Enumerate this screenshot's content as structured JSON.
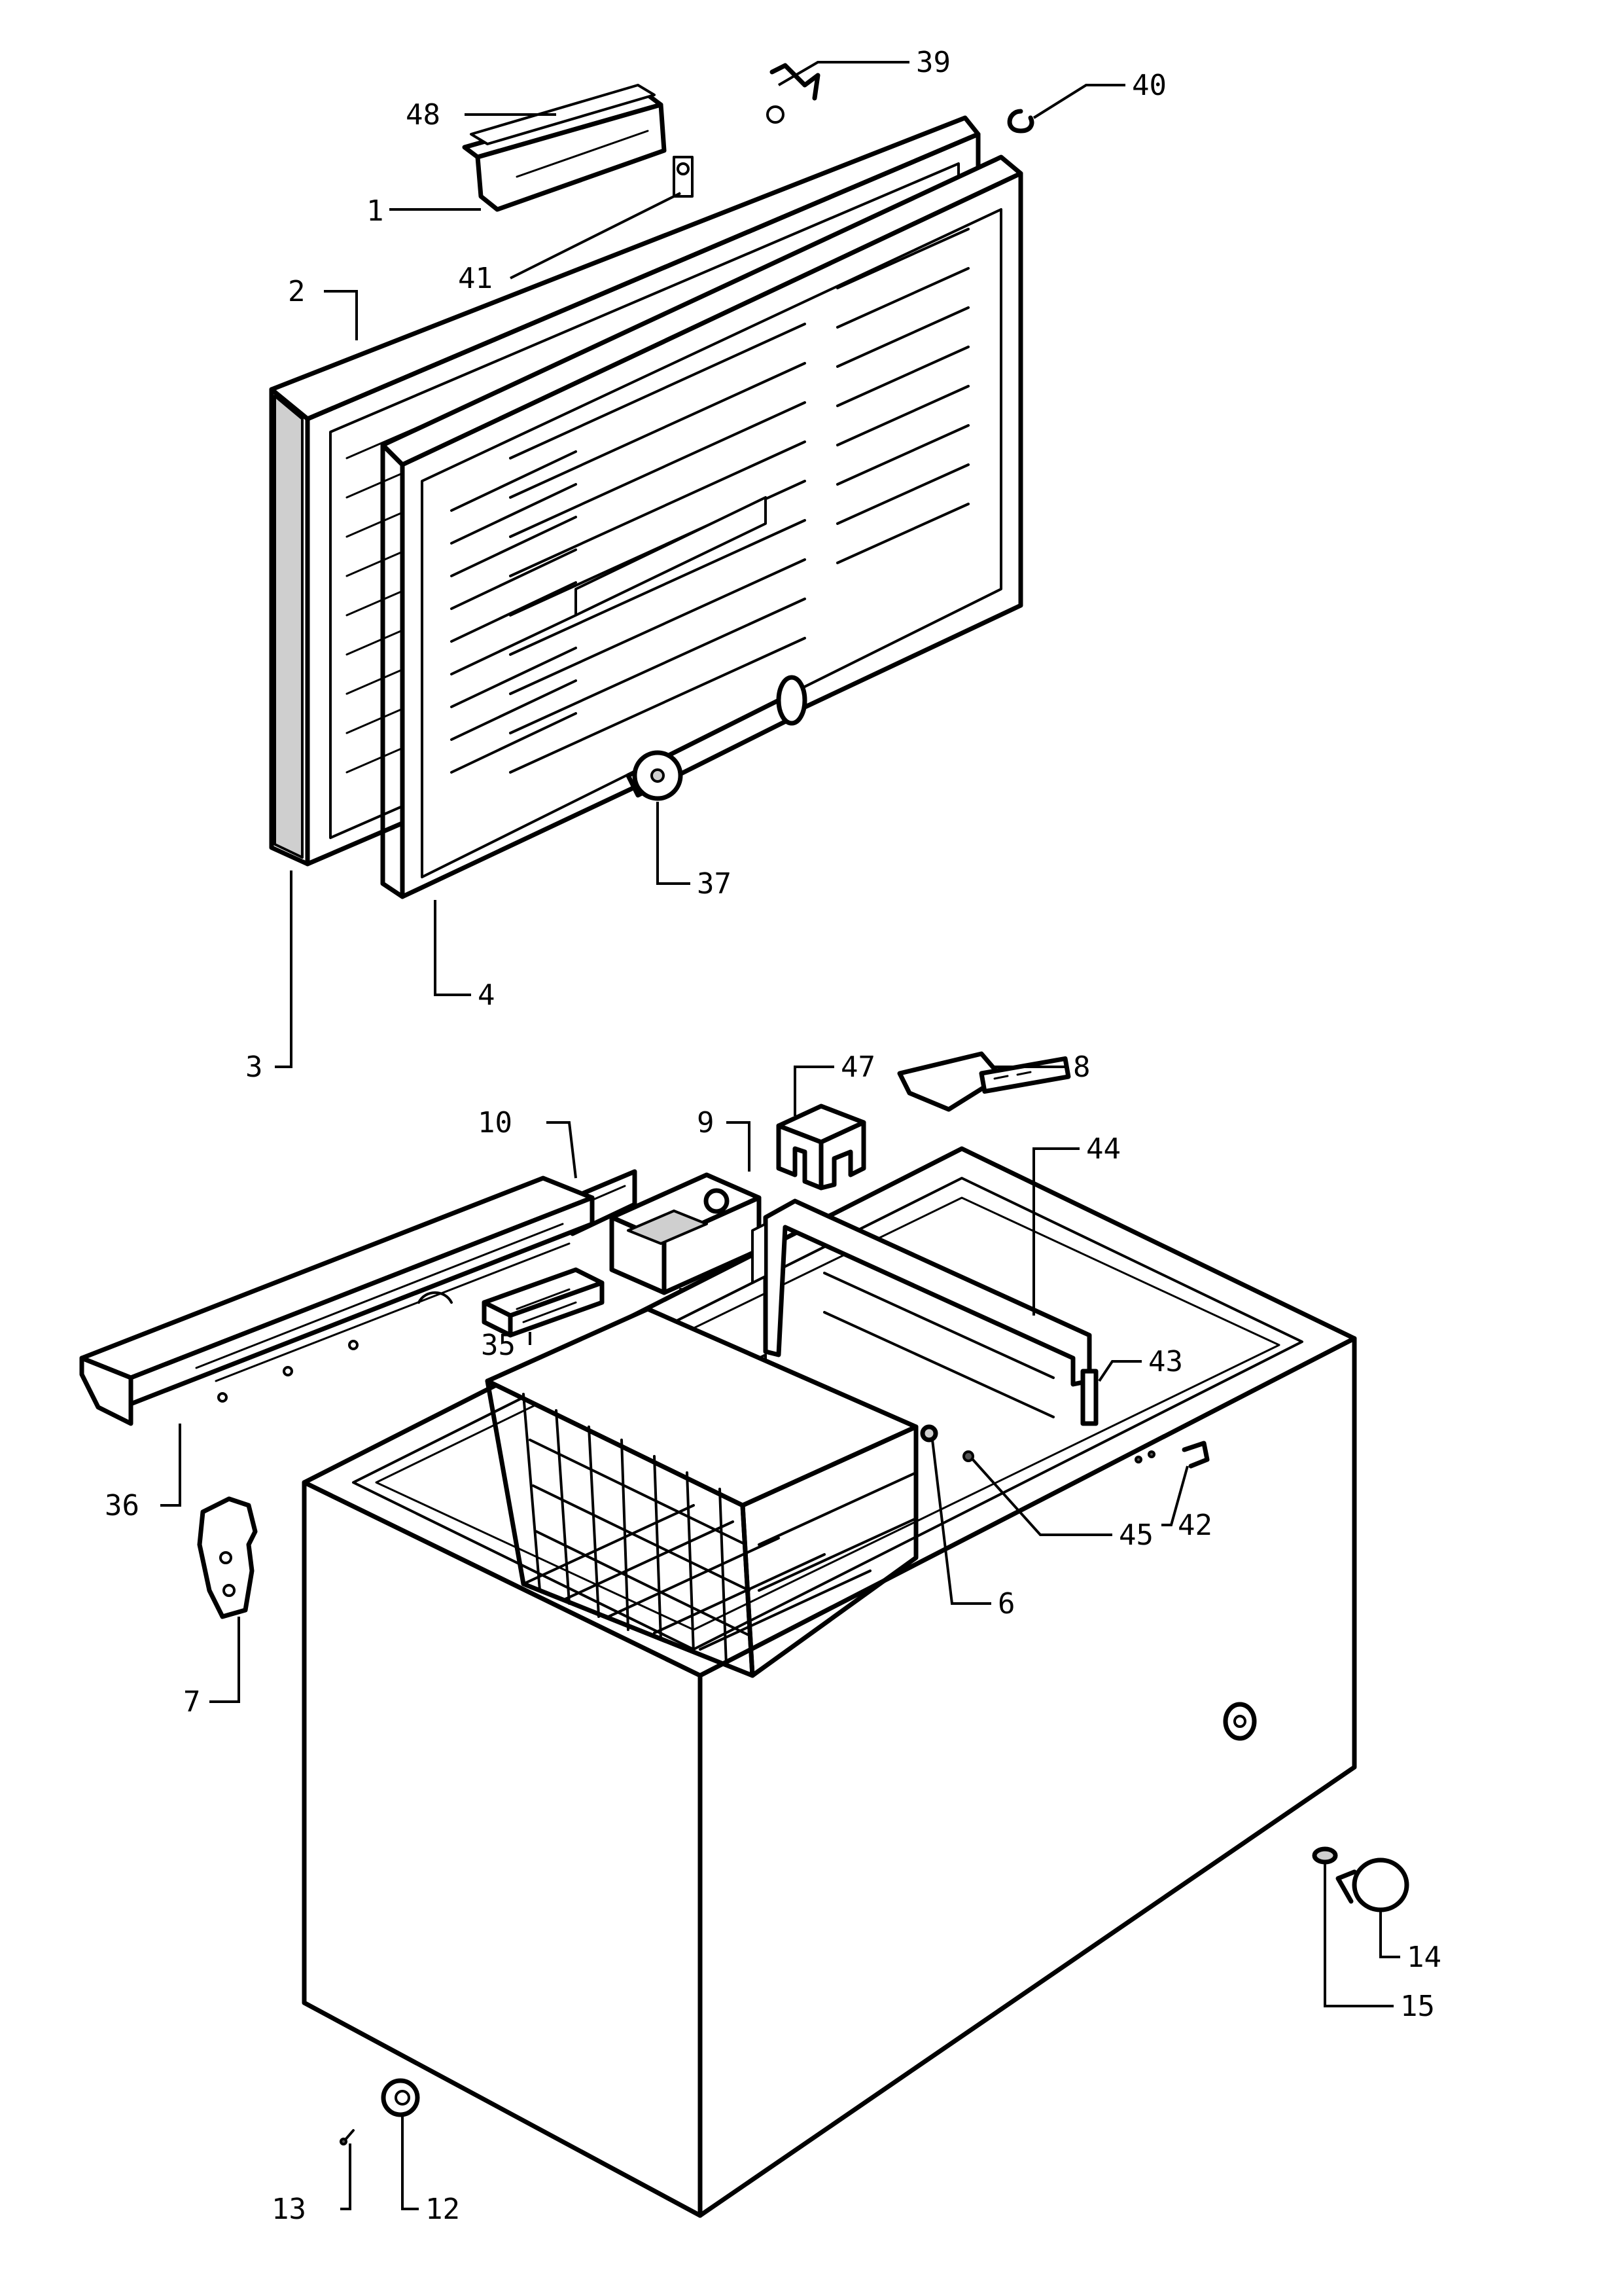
{
  "callouts": [
    {
      "id": "1",
      "label": "1"
    },
    {
      "id": "2",
      "label": "2"
    },
    {
      "id": "3",
      "label": "3"
    },
    {
      "id": "4",
      "label": "4"
    },
    {
      "id": "6",
      "label": "6"
    },
    {
      "id": "7",
      "label": "7"
    },
    {
      "id": "8",
      "label": "8"
    },
    {
      "id": "9",
      "label": "9"
    },
    {
      "id": "10",
      "label": "10"
    },
    {
      "id": "12",
      "label": "12"
    },
    {
      "id": "13",
      "label": "13"
    },
    {
      "id": "14",
      "label": "14"
    },
    {
      "id": "15",
      "label": "15"
    },
    {
      "id": "35",
      "label": "35"
    },
    {
      "id": "36",
      "label": "36"
    },
    {
      "id": "37",
      "label": "37"
    },
    {
      "id": "39",
      "label": "39"
    },
    {
      "id": "40",
      "label": "40"
    },
    {
      "id": "41",
      "label": "41"
    },
    {
      "id": "42",
      "label": "42"
    },
    {
      "id": "43",
      "label": "43"
    },
    {
      "id": "44",
      "label": "44"
    },
    {
      "id": "45",
      "label": "45"
    },
    {
      "id": "47",
      "label": "47"
    },
    {
      "id": "48",
      "label": "48"
    }
  ]
}
